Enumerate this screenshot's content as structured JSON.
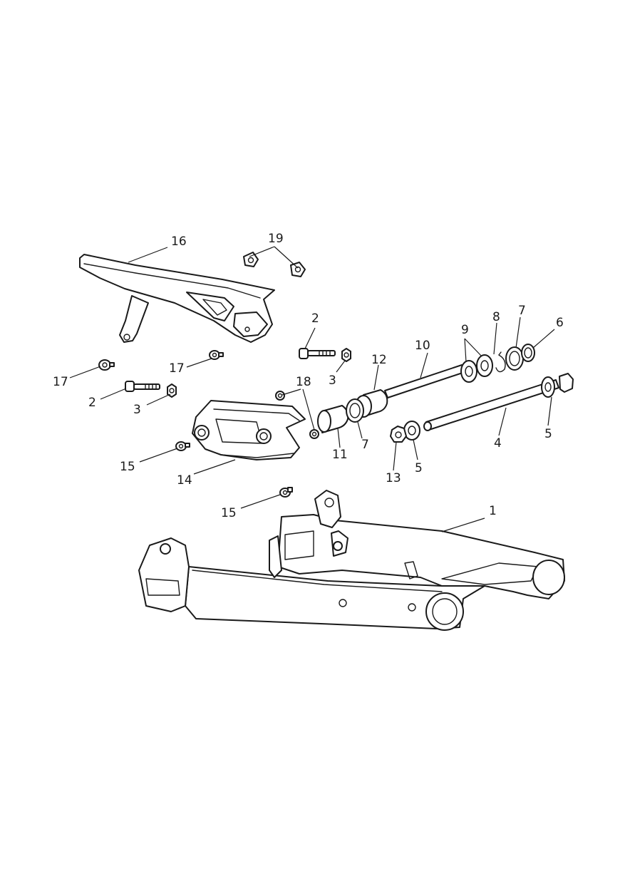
{
  "callouts": {
    "c1": "1",
    "c2a": "2",
    "c2b": "2",
    "c3a": "3",
    "c3b": "3",
    "c4": "4",
    "c5a": "5",
    "c5b": "5",
    "c6": "6",
    "c7a": "7",
    "c7b": "7",
    "c8": "8",
    "c9": "9",
    "c10": "10",
    "c11": "11",
    "c12": "12",
    "c13": "13",
    "c14": "14",
    "c15a": "15",
    "c15b": "15",
    "c16": "16",
    "c17a": "17",
    "c17b": "17",
    "c18": "18",
    "c19": "19"
  }
}
